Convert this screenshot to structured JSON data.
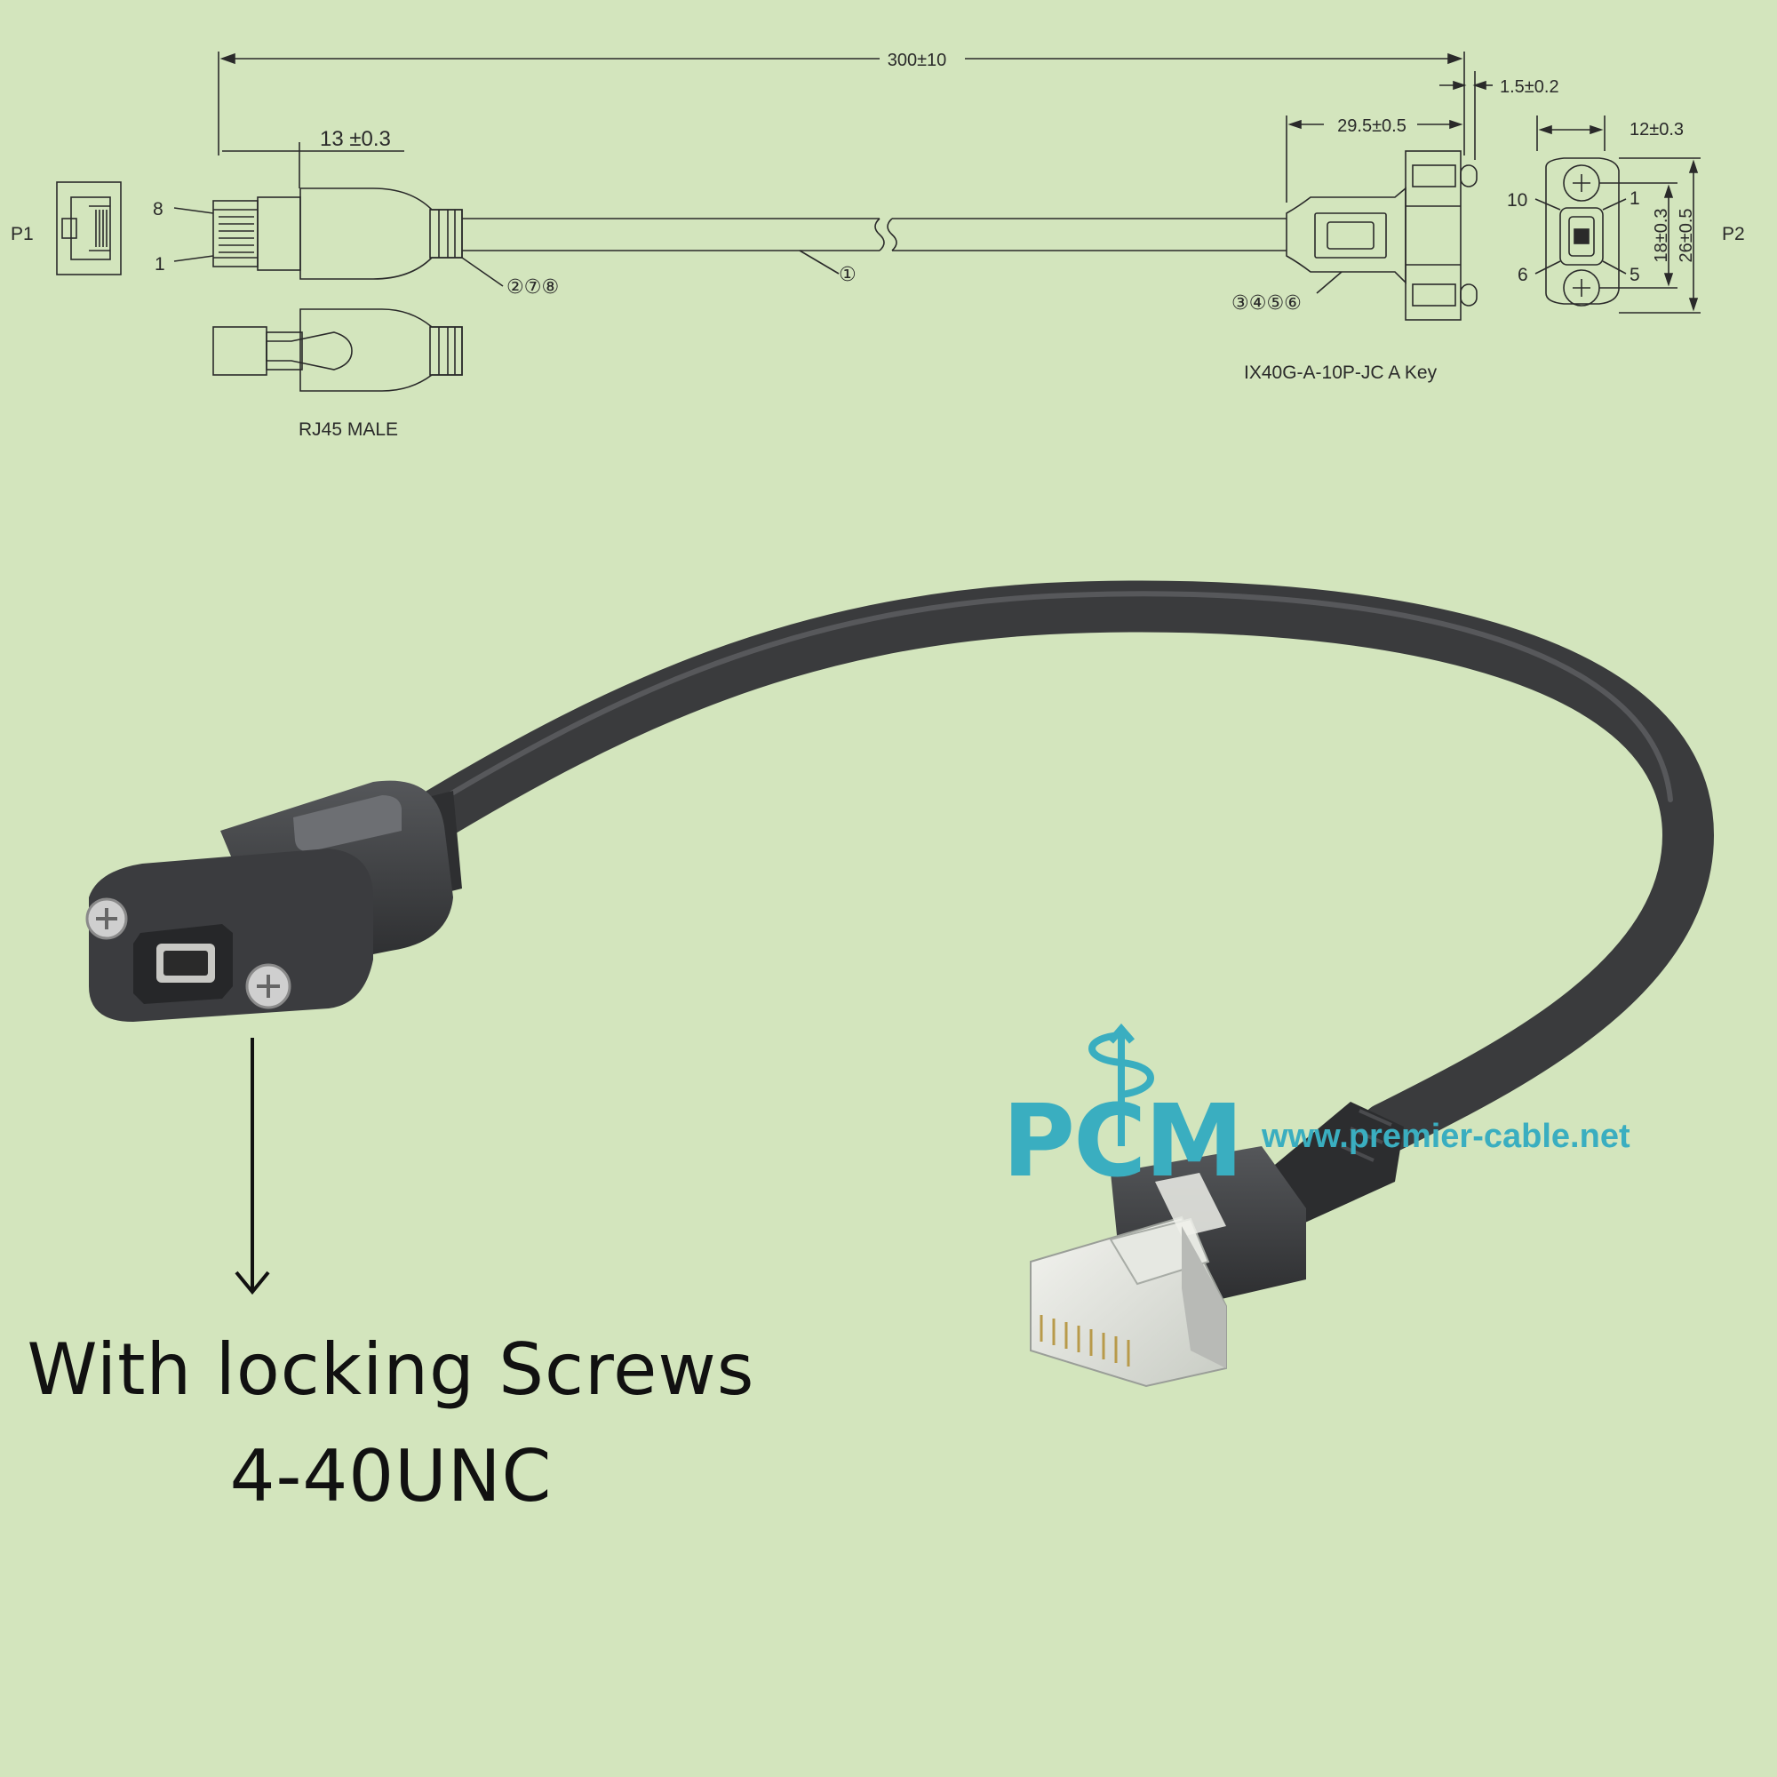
{
  "drawing": {
    "dims": {
      "overall_length": "300±10",
      "rj45_plug_length": "13 ±0.3",
      "flange_thickness": "1.5±0.2",
      "panel_connector_length": "29.5±0.5",
      "face_width": "12±0.3",
      "screw_spacing": "18±0.3",
      "flange_height": "26±0.5"
    },
    "labels": {
      "p1": "P1",
      "p2": "P2",
      "pin_8": "8",
      "pin_1_left": "1",
      "pin_10": "10",
      "pin_1_right": "1",
      "pin_6": "6",
      "pin_5": "5",
      "callout_rj45": "②⑦⑧",
      "callout_cable": "①",
      "callout_panel": "③④⑤⑥",
      "rj45_caption": "RJ45 MALE",
      "panel_caption": "IX40G-A-10P-JC A Key"
    }
  },
  "photo": {
    "caption_line1": "With locking Screws",
    "caption_line2": "4-40UNC"
  },
  "brand": {
    "logo": "PCM",
    "url": "www.premier-cable.net",
    "color": "#3aaec0"
  },
  "colors": {
    "background": "#d3e5bd",
    "line": "#2a2a2a",
    "cable": "#3a3b3d"
  }
}
